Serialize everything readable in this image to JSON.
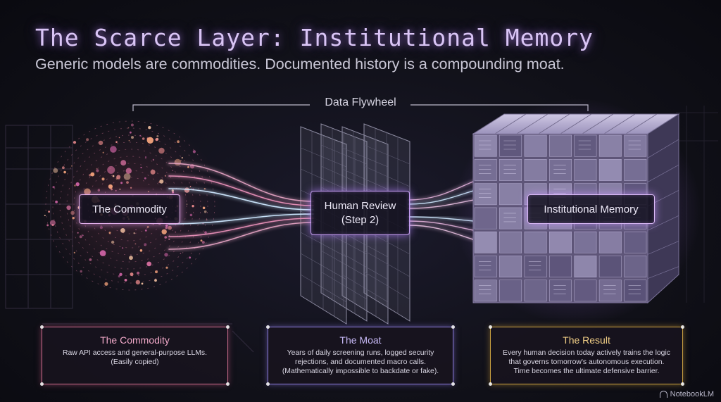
{
  "header": {
    "title": "The Scarce Layer: Institutional Memory",
    "subtitle": "Generic models are commodities. Documented history is a compounding moat."
  },
  "flywheel": {
    "label": "Data Flywheel"
  },
  "nodes": {
    "commodity": "The Commodity",
    "review_line1": "Human Review",
    "review_line2": "(Step 2)",
    "memory": "Institutional Memory"
  },
  "cards": [
    {
      "title": "The Commodity",
      "lines": [
        "Raw API access and general-purpose LLMs.",
        "(Easily copied)"
      ],
      "accent": "#c86a8a"
    },
    {
      "title": "The Moat",
      "lines": [
        "Years of daily screening runs, logged security",
        "rejections, and documented macro calls.",
        "(Mathematically impossible to backdate or fake)."
      ],
      "accent": "#8a7ad8"
    },
    {
      "title": "The Result",
      "lines": [
        "Every human decision today actively trains the logic",
        "that governs tomorrow's autonomous execution.",
        "Time becomes the ultimate defensive barrier."
      ],
      "accent": "#c8a040"
    }
  ],
  "brand": {
    "name": "NotebookLM",
    "icon": "notebooklm-logo-icon"
  },
  "colors": {
    "title_glow": "#c08cff",
    "commodity_accent": "#e6b4f0",
    "stream_blue": "#cfe8ff",
    "stream_pink": "#e88ab8"
  }
}
